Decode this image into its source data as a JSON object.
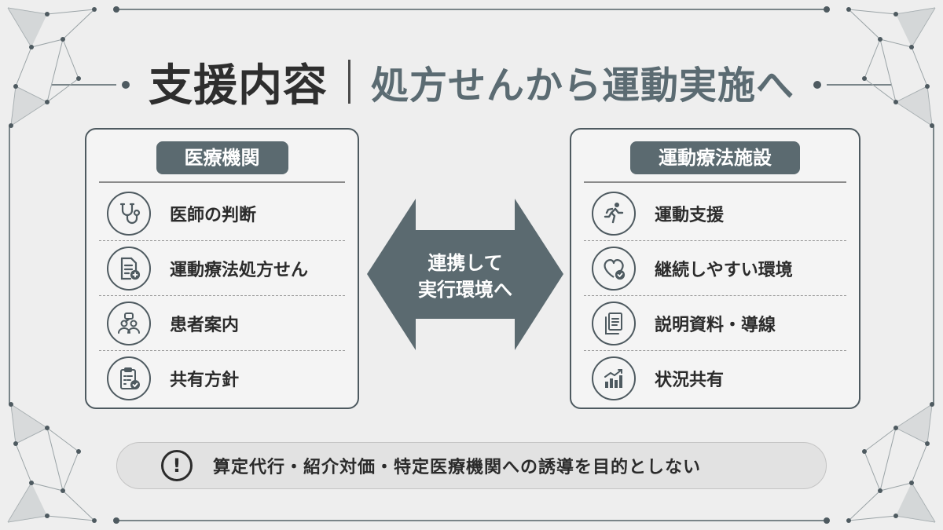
{
  "title": {
    "main": "支援内容",
    "sub": "処方せんから運動実施へ"
  },
  "left_panel": {
    "header": "医療機関",
    "items": [
      {
        "label": "医師の判断",
        "icon": "stethoscope-icon"
      },
      {
        "label": "運動療法処方せん",
        "icon": "prescription-document-icon"
      },
      {
        "label": "患者案内",
        "icon": "people-chat-icon"
      },
      {
        "label": "共有方針",
        "icon": "clipboard-check-icon"
      }
    ]
  },
  "center": {
    "line1": "連携して",
    "line2": "実行環境へ",
    "icon": "double-arrow"
  },
  "right_panel": {
    "header": "運動療法施設",
    "items": [
      {
        "label": "運動支援",
        "icon": "running-person-icon"
      },
      {
        "label": "継続しやすい環境",
        "icon": "heart-check-icon"
      },
      {
        "label": "説明資料・導線",
        "icon": "documents-icon"
      },
      {
        "label": "状況共有",
        "icon": "bar-chart-trend-icon"
      }
    ]
  },
  "note": {
    "icon_glyph": "!",
    "text": "算定代行・紹介対価・特定医療機関への誘導を目的としない"
  },
  "colors": {
    "accent": "#5b6a70",
    "border": "#4e5a60",
    "background": "#eeeeee",
    "text": "#2b2b2b"
  }
}
